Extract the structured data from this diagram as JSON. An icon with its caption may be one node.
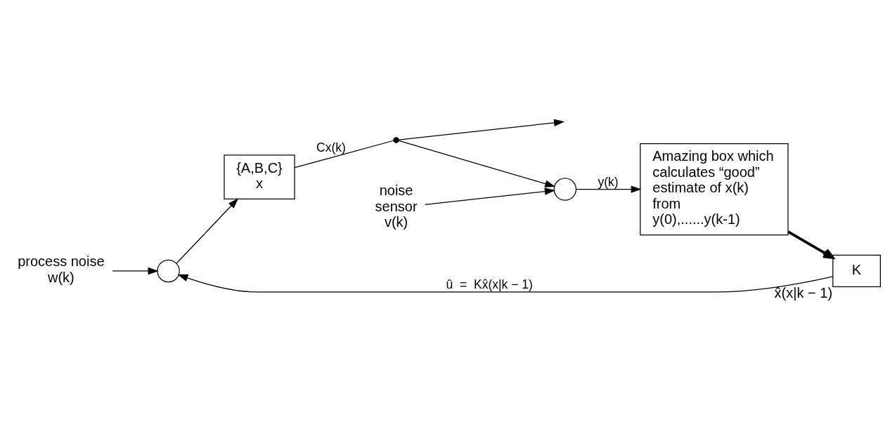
{
  "diagram": {
    "nodes": [
      {
        "text": [
          "process noise"
        ],
        "beside": [
          "w(k)"
        ]
      },
      {
        "text": [],
        "shape": "circle"
      },
      {
        "text": [
          "{A,B,C}",
          "x"
        ]
      },
      {
        "text": [],
        "shape": "dot"
      },
      {
        "text": [],
        "shape": "circle"
      },
      {
        "text": [
          "noise",
          "sensor"
        ],
        "beside": [
          "v(k)"
        ]
      },
      {
        "text": [
          "Amazing box which calculates “good” estimate of x(k) from y(0),......y(k-1)"
        ]
      },
      {
        "text": [
          "K"
        ],
        "beside": [
          "x̂(x|k − 1)"
        ]
      }
    ],
    "edges": [
      {
        "from": 0,
        "to": 1,
        "arrow": "to"
      },
      {
        "from": 1,
        "to": 2,
        "arrow": "to"
      },
      {
        "from": 2,
        "to": 3,
        "arrow": "none",
        "label": "Cx(k)"
      },
      {
        "from": 3,
        "to": null,
        "arrow": "to"
      },
      {
        "from": 3,
        "to": 4,
        "arrow": "to"
      },
      {
        "from": 5,
        "to": 4,
        "arrow": "to"
      },
      {
        "from": 4,
        "to": 6,
        "arrow": "to",
        "label": "y(k)"
      },
      {
        "from": 6,
        "to": 7,
        "arrow": "to",
        "style": "thick"
      },
      {
        "from": 7,
        "to": 1,
        "arrow": "to",
        "label": "û  =  Kx̂(x|k − 1)"
      }
    ]
  }
}
